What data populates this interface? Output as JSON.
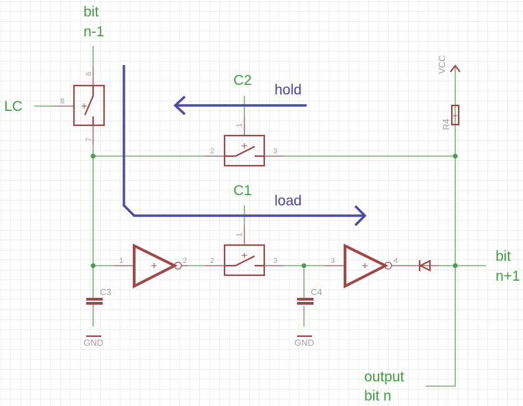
{
  "labels": {
    "bit_prev_1": "bit",
    "bit_prev_2": "n-1",
    "lc": "LC",
    "c2": "C2",
    "hold": "hold",
    "c1": "C1",
    "load": "load",
    "bit_next_1": "bit",
    "bit_next_2": "n+1",
    "output_1": "output",
    "output_2": "bit n"
  },
  "parts": {
    "vcc": "VCC",
    "r4": "R4",
    "c3": "C3",
    "c4": "C4",
    "gnd1": "GND",
    "gnd2": "GND"
  },
  "pins": {
    "sw_top_6": "6",
    "sw_top_8": "8",
    "sw_top_7": "7",
    "c2_1": "1",
    "c2_2": "2",
    "c2_3": "3",
    "c1_1": "1",
    "c1_2": "2",
    "c1_3": "3",
    "inv1_1": "1",
    "inv1_2": "2",
    "inv2_3": "3",
    "inv2_4": "4"
  },
  "colors": {
    "net": "#5aa55a",
    "symbol": "#a04848",
    "bus": "#4a4aa8",
    "grid": "#dcdcdc"
  }
}
